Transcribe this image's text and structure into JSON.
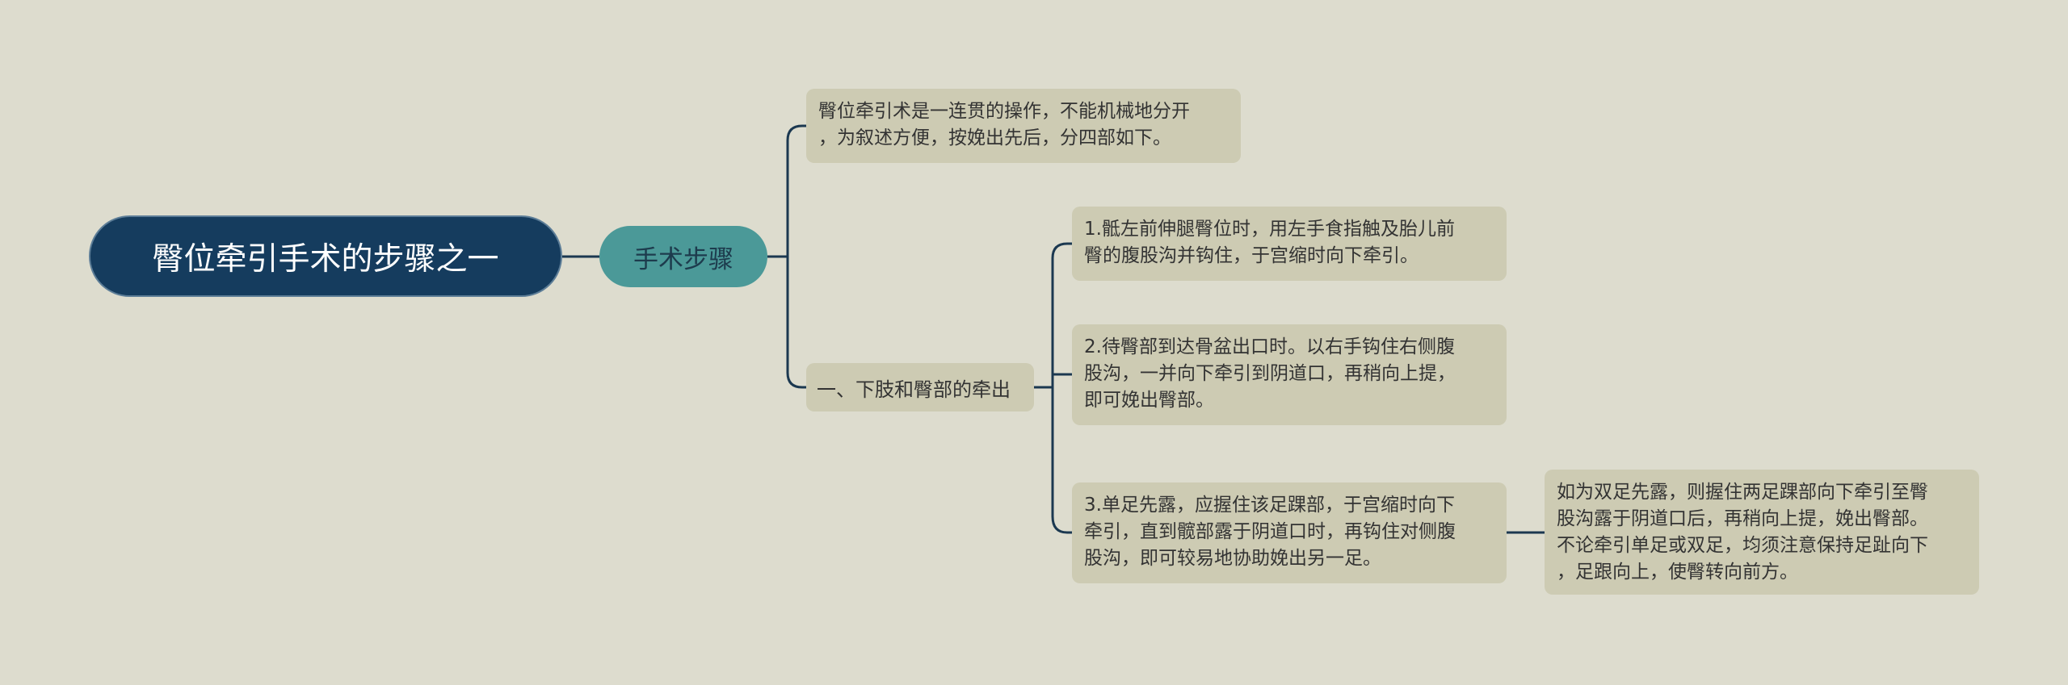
{
  "root": {
    "label": "臀位牵引手术的步骤之一"
  },
  "branch": {
    "label": "手术步骤"
  },
  "description": "臀位牵引术是一连贯的操作，不能机械地分开\n，为叙述方便，按娩出先后，分四部如下。",
  "section": {
    "label": "一、下肢和臀部的牵出",
    "steps": [
      "1.骶左前伸腿臀位时，用左手食指触及胎儿前\n臀的腹股沟并钩住，于宫缩时向下牵引。",
      "2.待臀部到达骨盆出口时。以右手钩住右侧腹\n股沟，一并向下牵引到阴道口，再稍向上提，\n即可娩出臀部。",
      "3.单足先露，应握住该足踝部，于宫缩时向下\n牵引，直到髋部露于阴道口时，再钩住对侧腹\n股沟，即可较易地协助娩出另一足。"
    ],
    "step3_note": "如为双足先露，则握住两足踝部向下牵引至臀\n股沟露于阴道口后，再稍向上提，娩出臀部。\n不论牵引单足或双足，均须注意保持足趾向下\n，足跟向上，使臀转向前方。"
  },
  "colors": {
    "background": "#dddcce",
    "root_fill": "#153c5e",
    "branch_fill": "#4b9998",
    "box_fill": "#cdcbb3",
    "connector": "#1b3850"
  }
}
